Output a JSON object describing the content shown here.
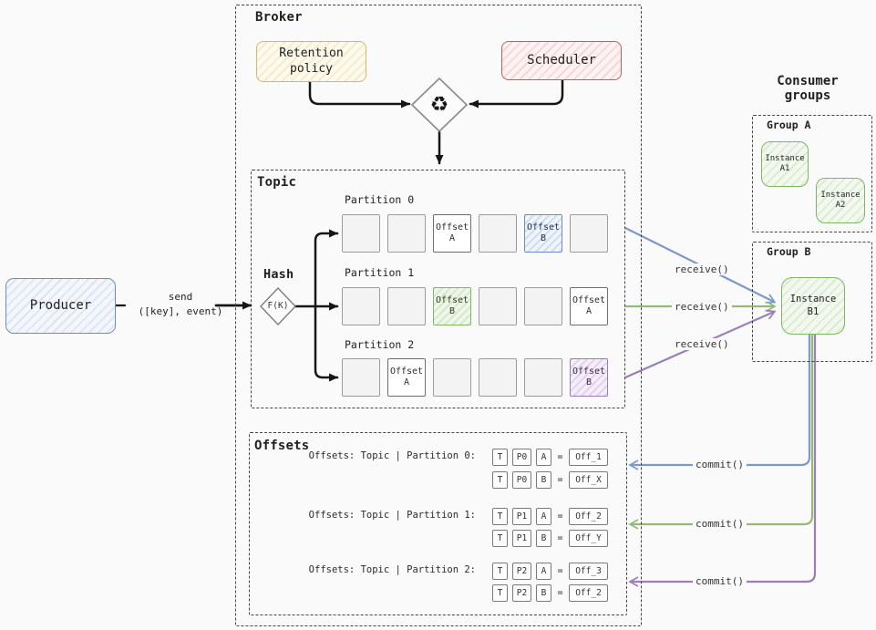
{
  "colors": {
    "background": "#fafafa",
    "arrow_black": "#161616",
    "edge_blue": "#7d99c7",
    "edge_green": "#93bb77",
    "edge_purple": "#9c7fb6",
    "node_blue_border": "#6d8dbf",
    "node_yellow_border": "#d6b65e",
    "node_red_border": "#bf5e5a",
    "node_green_border": "#7fb565",
    "cell_purple_border": "#9b79b4"
  },
  "icons": {
    "recycle": "♻"
  },
  "producer": {
    "label": "Producer"
  },
  "send": {
    "line1": "send",
    "line2": "([key], event)"
  },
  "broker": {
    "title": "Broker",
    "retention_policy": "Retention policy",
    "scheduler": "Scheduler"
  },
  "hash": {
    "title": "Hash",
    "function": "F(K)"
  },
  "topic": {
    "title": "Topic",
    "partitions": [
      {
        "label": "Partition 0",
        "cells": [
          "",
          "",
          "Offset A",
          "",
          "Offset B",
          ""
        ]
      },
      {
        "label": "Partition 1",
        "cells": [
          "",
          "",
          "Offset B",
          "",
          "",
          "Offset A"
        ]
      },
      {
        "label": "Partition 2",
        "cells": [
          "",
          "Offset A",
          "",
          "",
          "",
          "Offset B"
        ]
      }
    ]
  },
  "offsets": {
    "title": "Offsets",
    "equals": "=",
    "groups": [
      {
        "label": "Offsets: Topic | Partition 0:",
        "rows": [
          {
            "t": "T",
            "p": "P0",
            "c": "A",
            "off": "Off_1"
          },
          {
            "t": "T",
            "p": "P0",
            "c": "B",
            "off": "Off_X"
          }
        ]
      },
      {
        "label": "Offsets: Topic | Partition 1:",
        "rows": [
          {
            "t": "T",
            "p": "P1",
            "c": "A",
            "off": "Off_2"
          },
          {
            "t": "T",
            "p": "P1",
            "c": "B",
            "off": "Off_Y"
          }
        ]
      },
      {
        "label": "Offsets: Topic | Partition 2:",
        "rows": [
          {
            "t": "T",
            "p": "P2",
            "c": "A",
            "off": "Off_3"
          },
          {
            "t": "T",
            "p": "P2",
            "c": "B",
            "off": "Off_2"
          }
        ]
      }
    ]
  },
  "consumers": {
    "title": "Consumer groups",
    "group_a": {
      "label": "Group A",
      "instances": [
        {
          "label": "Instance A1"
        },
        {
          "label": "Instance A2"
        }
      ]
    },
    "group_b": {
      "label": "Group B",
      "instances": [
        {
          "label": "Instance B1"
        }
      ]
    }
  },
  "edges": {
    "receive": "receive()",
    "commit": "commit()"
  }
}
